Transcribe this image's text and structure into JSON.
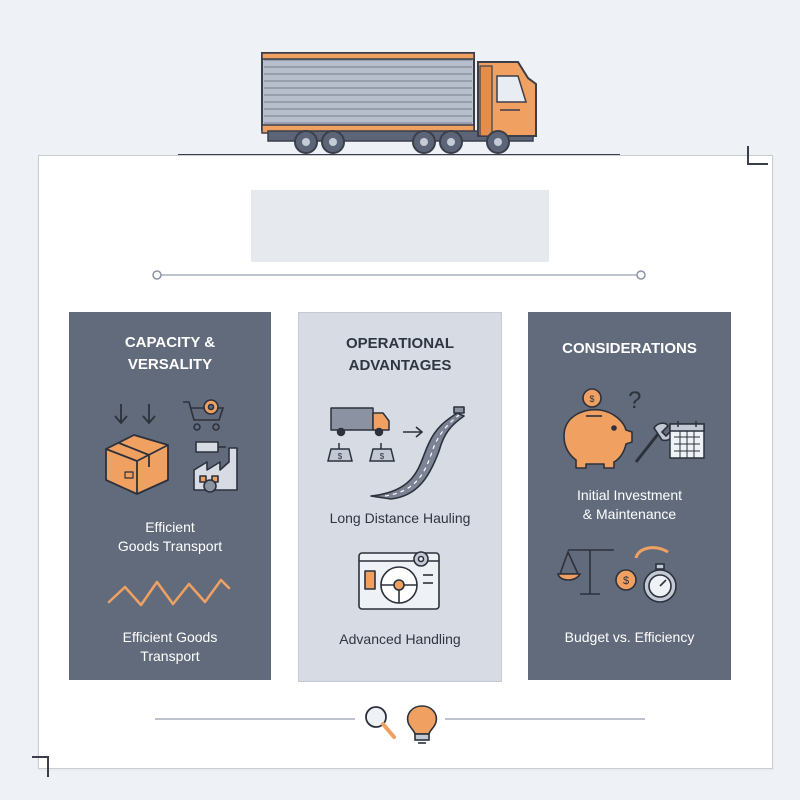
{
  "panels": [
    {
      "title": "CAPACITY &\nVERSALITY",
      "caption_1": "Efficient\nGoods Transport",
      "caption_2": "Efficient Goods\nTransport",
      "icons": [
        "box-icon",
        "down-arrows-icon",
        "cart-gear-icon",
        "factory-icon",
        "zigzag-line-icon"
      ]
    },
    {
      "title": "OPERATIONAL\nADVANTAGES",
      "caption_1": "Long Distance Hauling",
      "caption_2": "Advanced Handling",
      "icons": [
        "truck-icon",
        "weights-icon",
        "arrow-right-icon",
        "road-icon",
        "steering-dashboard-icon"
      ]
    },
    {
      "title": "CONSIDERATIONS",
      "caption_1": "Initial Investment\n& Maintenance",
      "caption_2": "Budget vs. Efficiency",
      "icons": [
        "piggy-bank-icon",
        "question-mark-icon",
        "wrench-icon",
        "calendar-icon",
        "balance-scale-icon",
        "stopwatch-icon"
      ]
    }
  ],
  "footer_icons": [
    "magnifier-icon",
    "lightbulb-icon"
  ],
  "colors": {
    "background": "#eef1f5",
    "panel_dark": "#626b7c",
    "panel_light": "#d6dbe4",
    "accent_orange": "#f0a162",
    "outline": "#3a3f4a"
  }
}
